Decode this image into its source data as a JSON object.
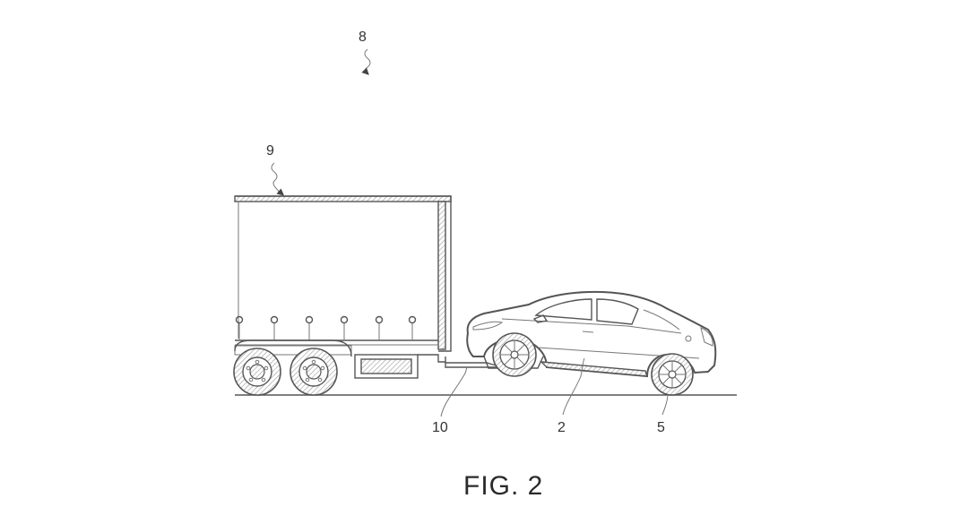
{
  "figure": {
    "caption": "FIG. 2",
    "labels": {
      "system": "8",
      "trailer": "9",
      "connector": "10",
      "vehicle": "2",
      "wheel": "5"
    }
  }
}
